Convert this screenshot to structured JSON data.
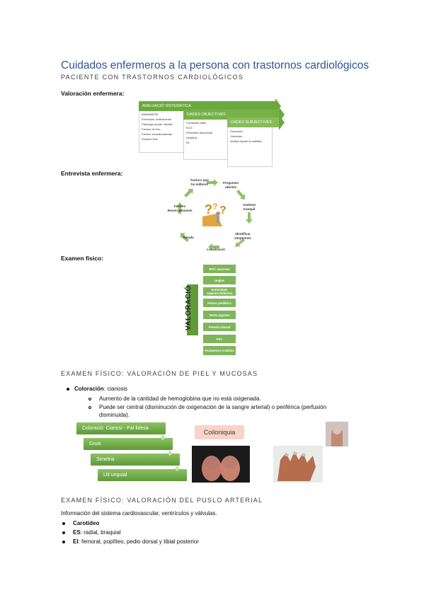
{
  "header": {
    "title": "Cuidados enfermeros a la persona con trastornos cardiológicos",
    "subtitle": "PACIENTE CON TRASTORNOS CARDIOLÓGICOS"
  },
  "sections": {
    "valoracion_label": "Valoración enfermera:",
    "entrevista_label": "Entrevista enfermera:",
    "examen_label": "Examen físico:",
    "piel_heading": "EXAMEN FÍSICO: VALORACIÓN DE PIEL Y MUCOSAS",
    "pulso_heading": "EXAMEN FÍSICO: VALORACIÓN DEL PUSLO ARTERIAL"
  },
  "valoracion_diagram": {
    "bar1": "AVALUACIÓ SISTEMÀTICA",
    "bar2": "DADES OBJECTIVES",
    "bar3": "DADES SUBJECTIVES",
    "col1": [
      "ANAMNESIS",
      "Entrevista. Antecedents Patologia propis i familia, Factors de risc,",
      "Factors socials/culturals.",
      "Examen físic"
    ],
    "col2": [
      "Constants vitals",
      "ECG",
      "Perímetre abdominal",
      "Analítica",
      "Rx"
    ],
    "col3": [
      "Percepció",
      "Vivències",
      "Actitud davant la malaltia"
    ]
  },
  "entrevista_cycle": {
    "items": [
      "Factors que ho milloren",
      "Preguntes obertes",
      "Ambient tranquil",
      "Identificar símptomes",
      "Localització",
      "Durada",
      "Factors desencadenants"
    ]
  },
  "examen_diagram": {
    "vertical_label": "VALORACIÓ",
    "items": [
      "Pell i mucoses",
      "Ungles",
      "Extremitats superiors/inferiors",
      "Polsos perifèrics",
      "Venes jugulars",
      "Pressió arterial",
      "PVC",
      "Paràmetres Analítics"
    ]
  },
  "piel": {
    "bullet_label": "Coloración",
    "bullet_value": ": cianosis",
    "sub1": "Aumento de la cantidad de hemoglobina que no está oxigenada.",
    "sub2_line1": "Puede ser central (disminución de oxigenación de la sangre arterial) o periférica (perfusión",
    "sub2_line2": "disminuida).",
    "steps": [
      "Coloració: Cianosi - Pal·lidesa",
      "Gruix",
      "Simetria",
      "Llit unguial"
    ],
    "coiloniquia": "Coiloniquia"
  },
  "pulso": {
    "intro": "Información del sistema cardiovascular, ventrículos y válvulas.",
    "items": [
      {
        "label": "Carotídeo",
        "value": ""
      },
      {
        "label": "ES",
        "value": ": radial, braquial"
      },
      {
        "label": "EI",
        "value": ": femoral, poplíteo, pedio dorsal y tibial posterior"
      }
    ]
  },
  "colors": {
    "title_blue": "#2f5597",
    "green": "#6aaa3c",
    "green_light": "#7fb55a",
    "coil_pink": "#f8d4c8"
  }
}
